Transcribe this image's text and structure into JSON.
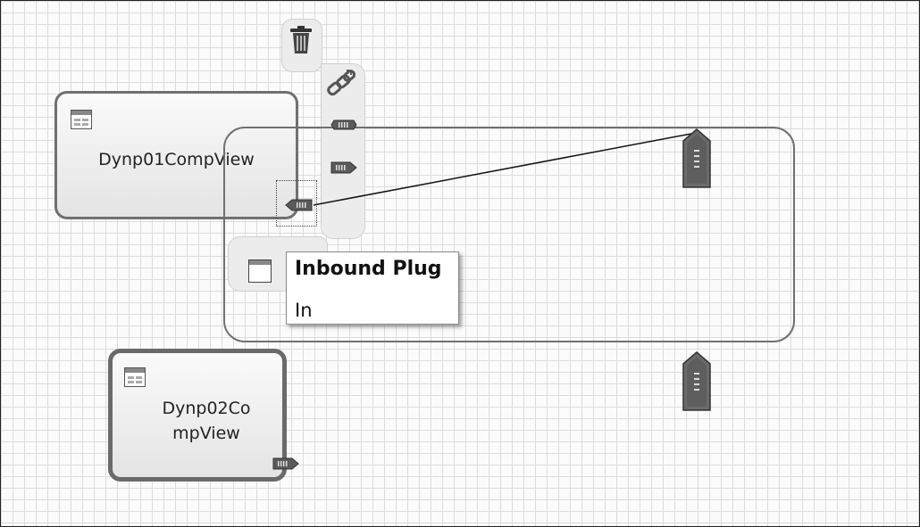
{
  "editor": {
    "views": [
      {
        "name": "Dynp01CompView"
      },
      {
        "name_line1": "Dynp02Co",
        "name_line2": "mpView"
      }
    ],
    "tooltip": {
      "title": "Inbound Plug",
      "name": "In"
    },
    "icons": {
      "delete": "trash-icon",
      "link": "chain-link-icon",
      "view": "view-icon",
      "inbound_plug": "inbound-plug-icon",
      "outbound_plug": "outbound-plug-icon",
      "window_plug": "window-inbound-plug-icon"
    }
  }
}
